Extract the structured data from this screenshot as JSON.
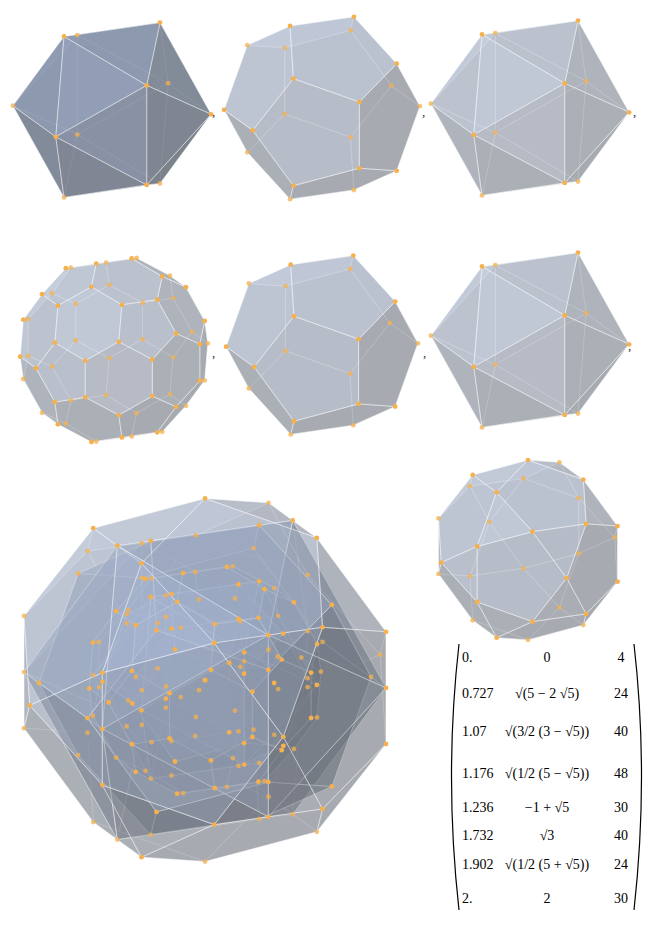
{
  "diagram": {
    "labels": [
      ",",
      ",",
      ",",
      ",",
      ",",
      ",",
      "0.",
      "0",
      "4",
      "0.727",
      "√(5 − 2 √5)",
      "24",
      "1.07",
      "√(3/2 (3 − √5))",
      "40",
      "1.176",
      "√(1/2 (5 − √5))",
      "48",
      "1.236",
      "−1 + √5",
      "30",
      "1.732",
      "√3",
      "40",
      "1.902",
      "√(1/2 (5 + √5))",
      "24",
      "2.",
      "2",
      "30"
    ]
  }
}
